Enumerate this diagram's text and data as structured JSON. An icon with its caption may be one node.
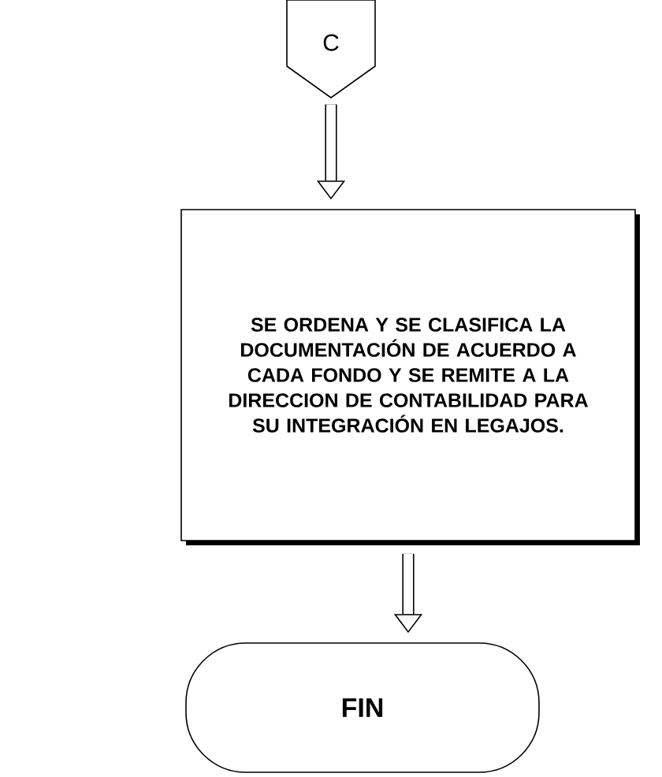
{
  "diagram": {
    "nodes": [
      {
        "text": [
          "C"
        ]
      },
      {
        "text": [
          "SE ORDENA Y SE CLASIFICA LA DOCUMENTACIÓN DE ACUERDO A CADA FONDO Y SE REMITE A LA DIRECCION DE CONTABILIDAD PARA SU INTEGRACIÓN EN LEGAJOS."
        ]
      },
      {
        "text": [
          "FIN"
        ]
      }
    ],
    "edges": [
      {
        "from": 0,
        "to": 1,
        "arrow": "to"
      },
      {
        "from": 1,
        "to": 2,
        "arrow": "to"
      }
    ]
  }
}
